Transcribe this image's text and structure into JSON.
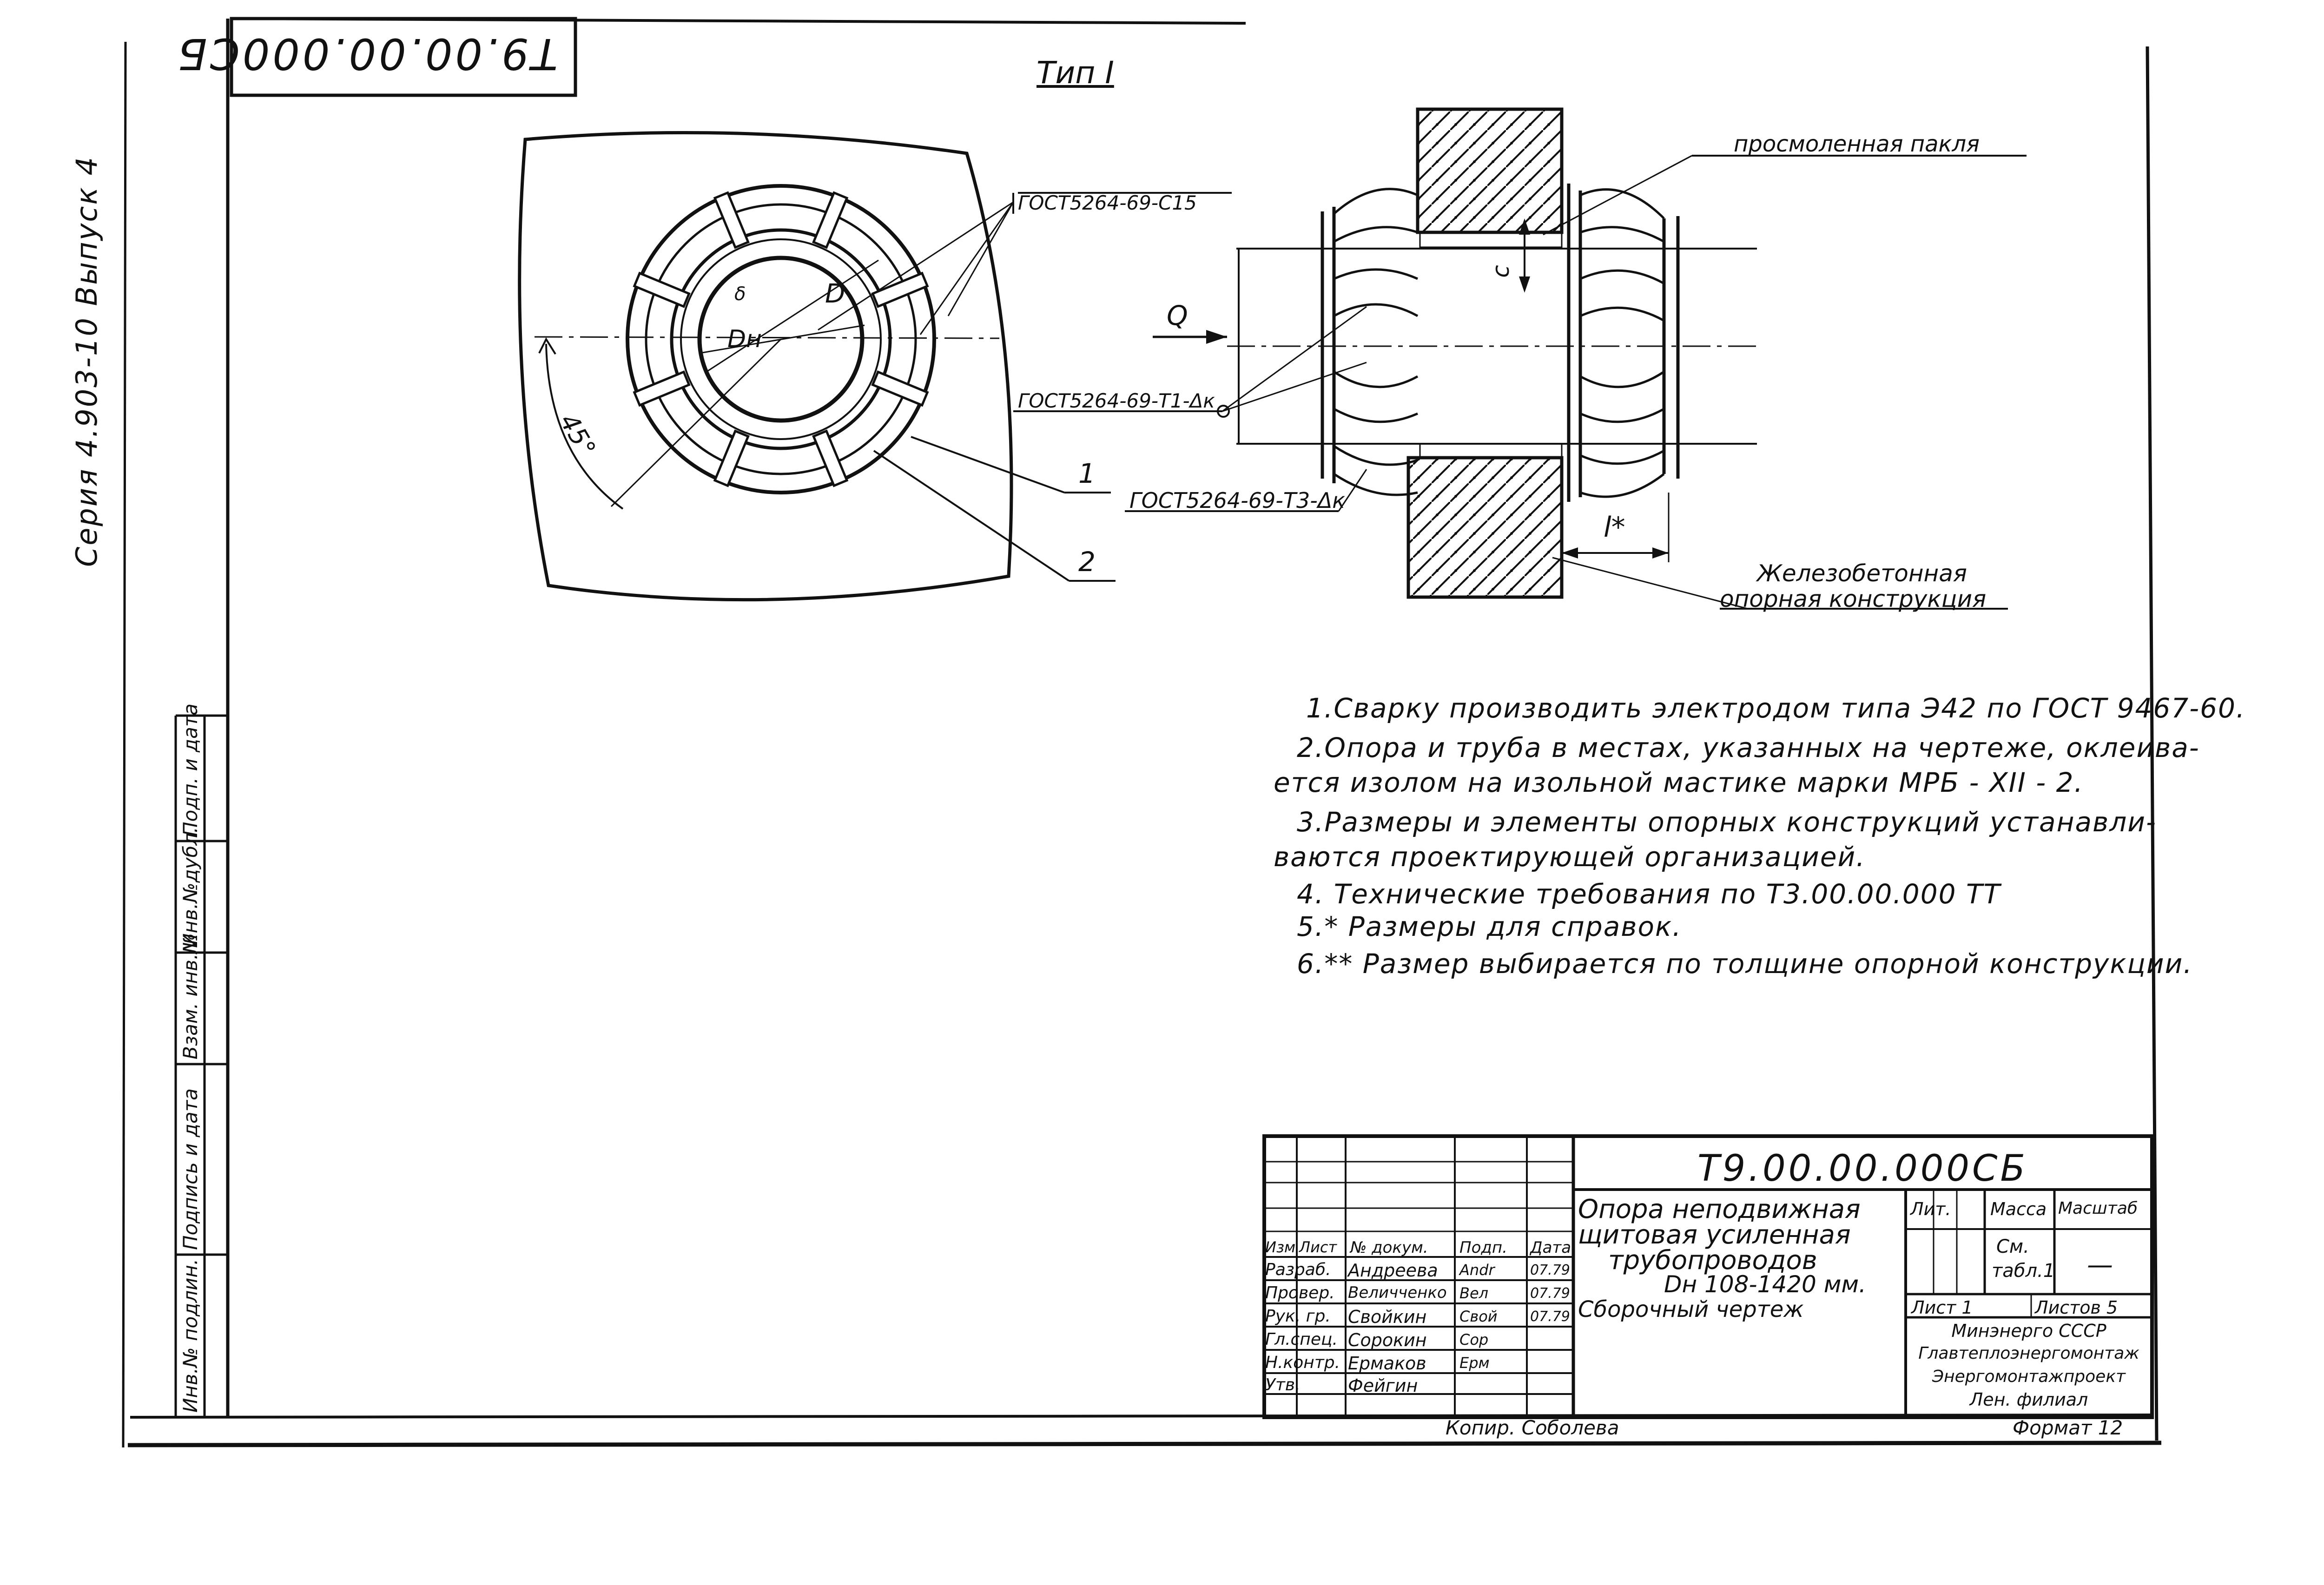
{
  "drawing": {
    "code_stamp_rotated": "Т9.00.00.000СБ",
    "view_label": "Тип I",
    "series_text": "Серия 4.903-10 Выпуск 4",
    "copier": "Копир. Соболева",
    "format": "Формат 12"
  },
  "left_view": {
    "weld_label_c15": "ГОСТ5264-69-С15",
    "dim_dn": "Dн",
    "dim_d": "D",
    "dim_gap": "δ",
    "angle": "45°",
    "leader_1": "1",
    "leader_2": "2"
  },
  "section_view": {
    "caulk_label": "просмоленная пакля",
    "force_label": "Q",
    "weld_t1_label": "ГОСТ5264-69-Т1-Δк",
    "weld_t3_label": "ГОСТ5264-69-Т3-Δк",
    "dim_c": "с",
    "dim_l": "l*",
    "concrete_label_line1": "Железобетонная",
    "concrete_label_line2": "опорная конструкция"
  },
  "notes": [
    "1.Сварку производить электродом типа Э42 по ГОСТ 9467-60.",
    "2.Опора и труба в местах, указанных на чертеже, оклеива-",
    "ется изолом на изольной мастике марки МРБ - XII - 2.",
    "3.Размеры и элементы опорных конструкций устанавли-",
    "ваются проектирующей организацией.",
    "4. Технические требования по Т3.00.00.000 ТТ",
    "5.* Размеры для справок.",
    "6.** Размер выбирается по толщине опорной конструкции."
  ],
  "left_strip": {
    "cells": [
      "Инв.№ подлин.",
      "Подпись и дата",
      "Взам. инв.№",
      "Инв.№дубл.",
      "Подп. и дата"
    ]
  },
  "title_block": {
    "doc_number": "Т9.00.00.000СБ",
    "title_lines": [
      "Опора неподвижная",
      "щитовая усиленная",
      "трубопроводов",
      "Dн 108-1420 мм.",
      "Сборочный чертеж"
    ],
    "header": {
      "izm": "Изм",
      "list": "Лист",
      "doc": "№ докум.",
      "podp": "Подп.",
      "data": "Дата"
    },
    "roles": [
      {
        "role": "Разраб.",
        "name": "Андреева",
        "sign": "Andr",
        "date": "07.79"
      },
      {
        "role": "Провер.",
        "name": "Величченко",
        "sign": "Вел",
        "date": "07.79"
      },
      {
        "role": "Рук. гр.",
        "name": "Свойкин",
        "sign": "Свой",
        "date": "07.79"
      },
      {
        "role": "Гл.спец.",
        "name": "Сорокин",
        "sign": "Сор",
        "date": ""
      },
      {
        "role": "Н.контр.",
        "name": "Ермаков",
        "sign": "Ерм",
        "date": ""
      },
      {
        "role": "Утв.",
        "name": "Фейгин",
        "sign": "",
        "date": ""
      }
    ],
    "lit_label": "Лит.",
    "mass_label": "Масса",
    "scale_label": "Масштаб",
    "mass_value_line1": "См.",
    "mass_value_line2": "табл.1",
    "scale_value": "—",
    "sheet": "Лист 1",
    "sheets_total": "Листов 5",
    "org_lines": [
      "Минэнерго СССР",
      "Главтеплоэнергомонтаж",
      "Энергомонтажпроект",
      "Лен. филиал"
    ]
  }
}
